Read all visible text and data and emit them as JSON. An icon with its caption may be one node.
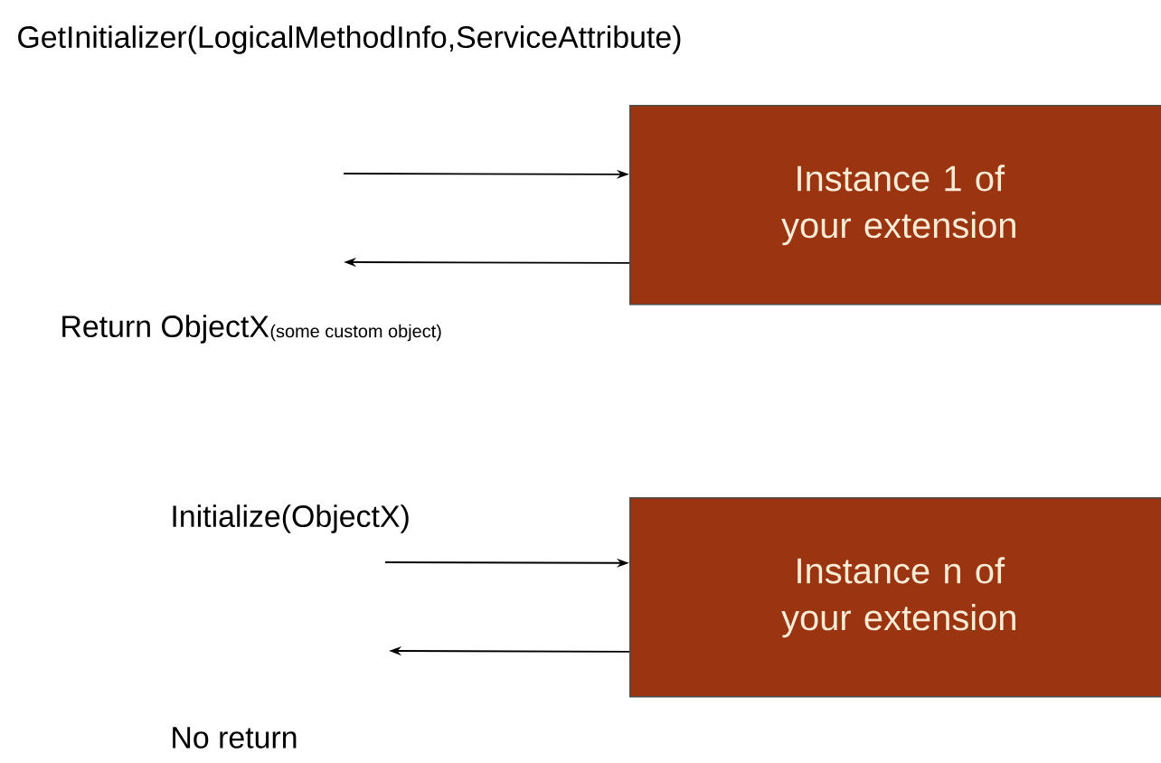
{
  "diagram": {
    "nodes": [
      {
        "text": [
          "Instance 1 of your extension"
        ]
      },
      {
        "text": [
          "Instance n of your extension"
        ]
      }
    ],
    "edges": [
      {
        "from": null,
        "to": 0,
        "arrow": "to",
        "label": "GetInitializer(LogicalMethodInfo,ServiceAttribute)"
      },
      {
        "from": 0,
        "to": null,
        "arrow": "to",
        "label": "Return ObjectX"
      },
      {
        "from": null,
        "to": 1,
        "arrow": "to",
        "label": "Initialize(ObjectX)"
      },
      {
        "from": 1,
        "to": null,
        "arrow": "to",
        "label": "No return"
      }
    ],
    "labels": [
      "(some custom object)"
    ]
  }
}
